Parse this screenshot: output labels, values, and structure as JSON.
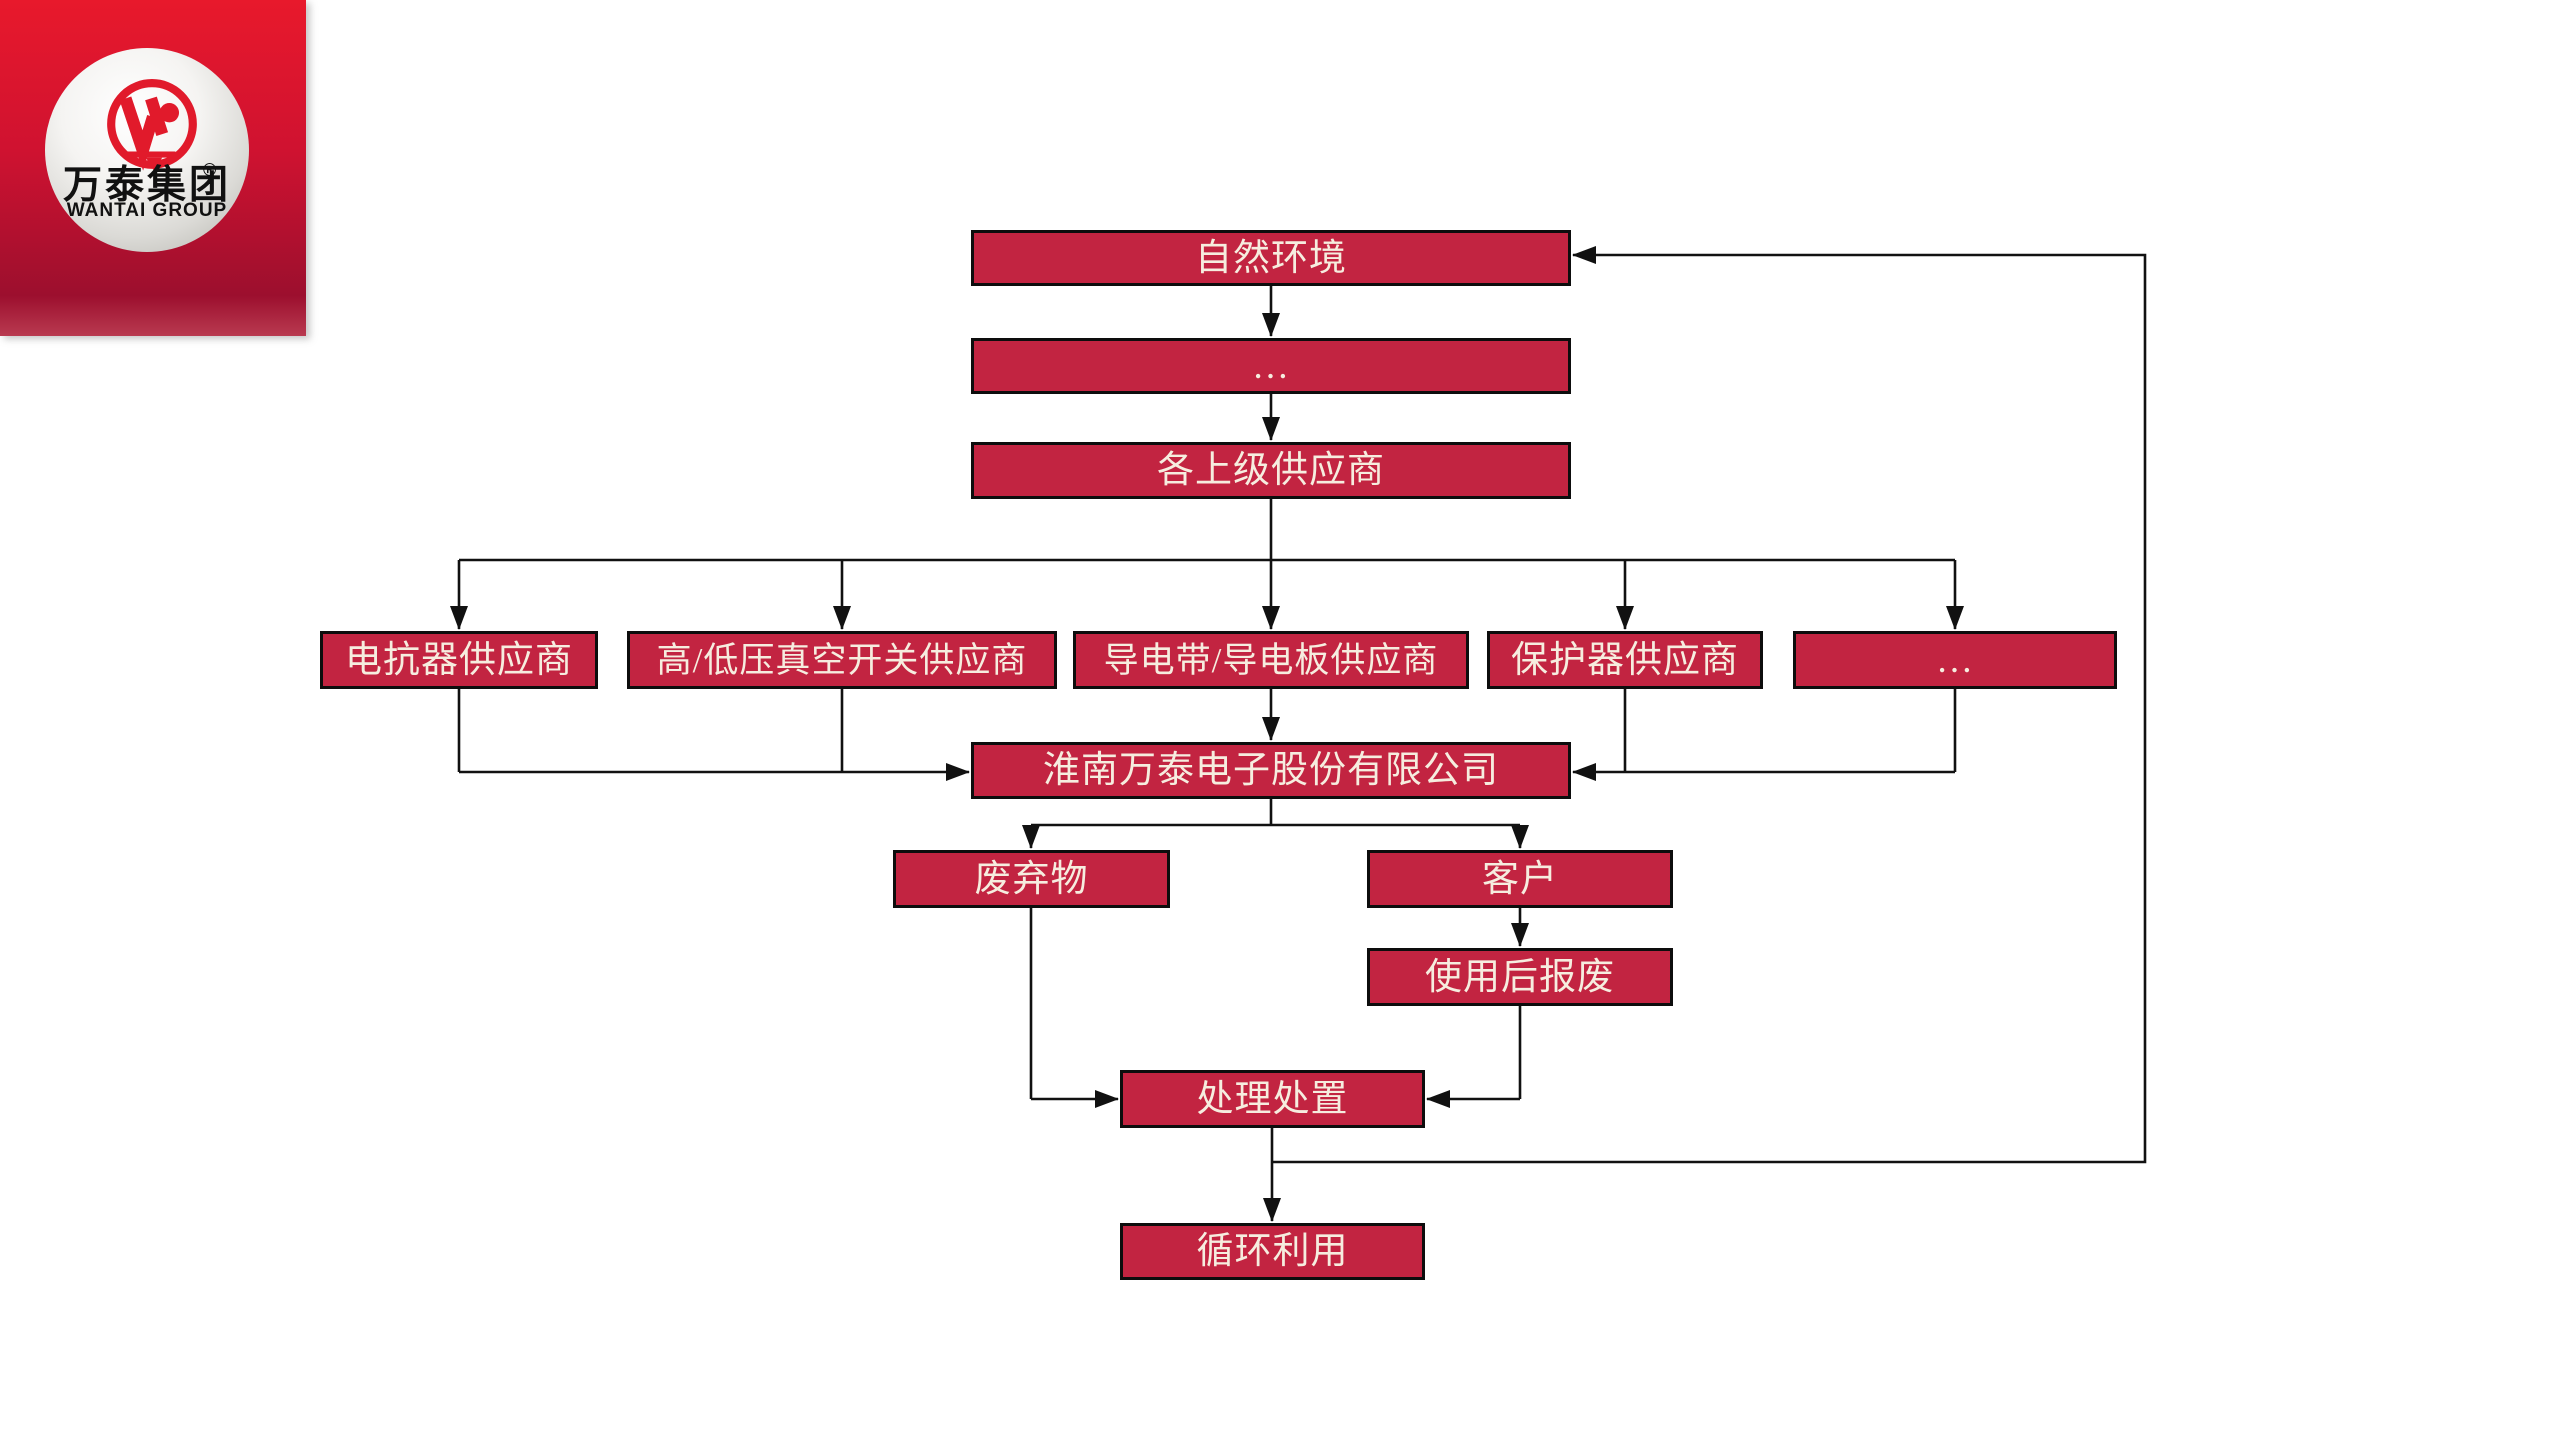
{
  "page": {
    "background": "#ffffff"
  },
  "colors": {
    "box_fill": "#c22441",
    "box_border": "#0d0d0d",
    "box_text": "#f6eddf",
    "line": "#111111",
    "logo_red_top": "#e8192c",
    "logo_red_bottom": "#9c0f2e",
    "logo_text": "#111111",
    "logo_emblem_red": "#e11a2b",
    "background": "#ffffff"
  },
  "logo": {
    "company_zh": "万泰集团",
    "company_en": "WANTAI GROUP",
    "registered_mark": "®"
  },
  "flowchart": {
    "nodes": {
      "natural_environment": {
        "label": "自然环境"
      },
      "ellipsis_top": {
        "label": "…"
      },
      "upper_suppliers": {
        "label": "各上级供应商"
      },
      "reactor_supplier": {
        "label": "电抗器供应商"
      },
      "vacuum_switch_supplier": {
        "label": "高/低压真空开关供应商"
      },
      "conductive_supplier": {
        "label": "导电带/导电板供应商"
      },
      "protector_supplier": {
        "label": "保护器供应商"
      },
      "ellipsis_supplier": {
        "label": "…"
      },
      "company": {
        "label": "淮南万泰电子股份有限公司"
      },
      "waste": {
        "label": "废弃物"
      },
      "customer": {
        "label": "客户"
      },
      "scrap_after_use": {
        "label": "使用后报废"
      },
      "treatment_disposal": {
        "label": "处理处置"
      },
      "recycling": {
        "label": "循环利用"
      }
    }
  }
}
